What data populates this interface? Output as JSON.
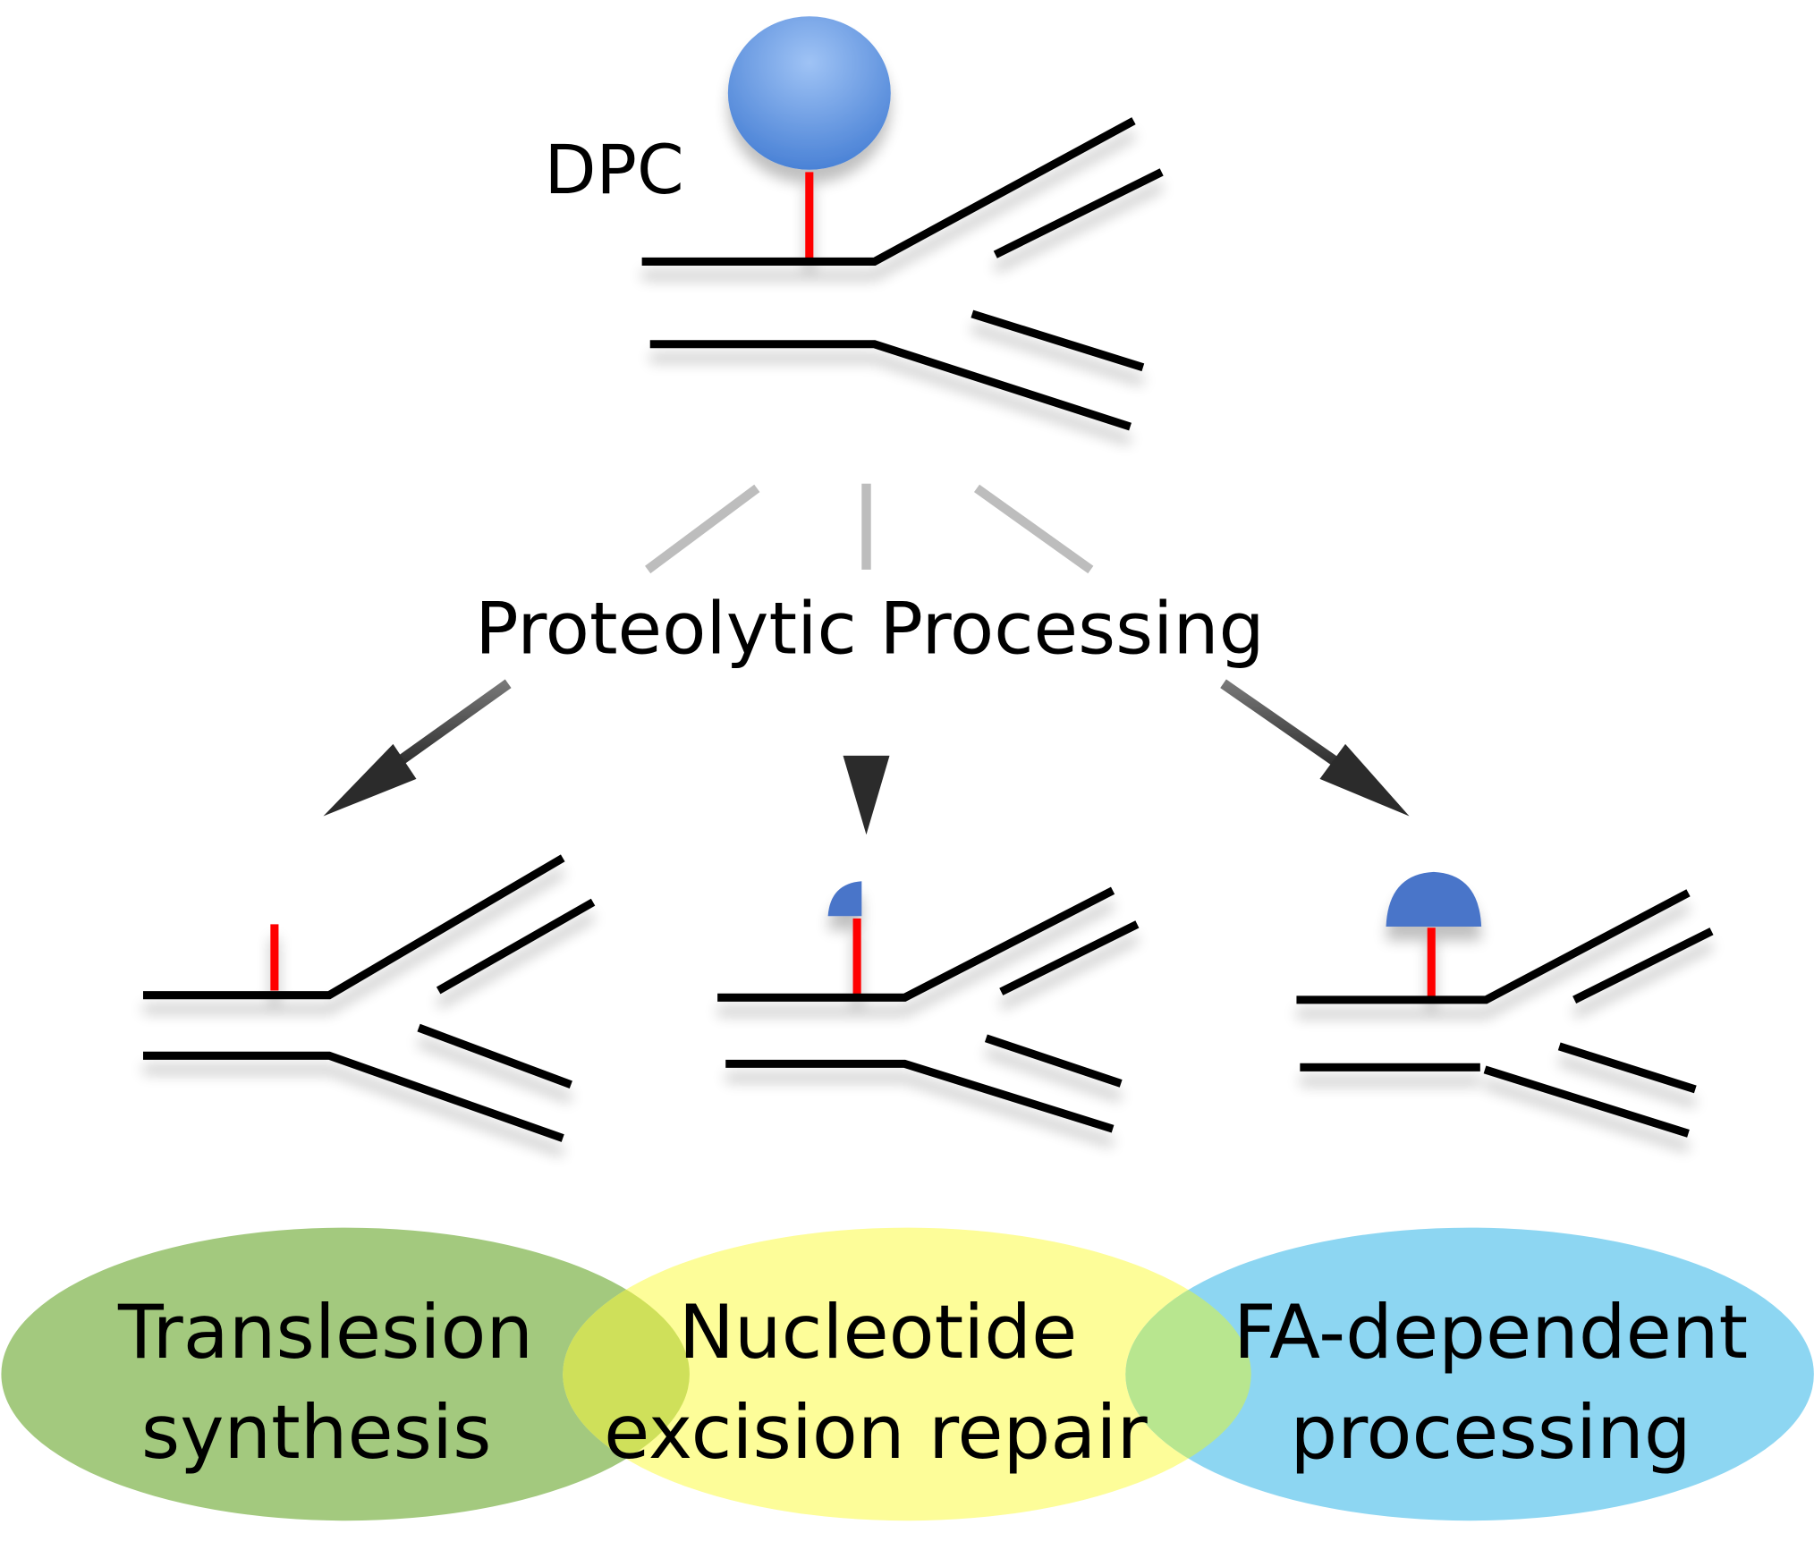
{
  "figure": {
    "dpc_label": "DPC",
    "process_label": "Proteolytic Processing",
    "branches": [
      {
        "id": "left",
        "adduct": "crosslink-remnant-only"
      },
      {
        "id": "middle",
        "adduct": "small-peptide"
      },
      {
        "id": "right",
        "adduct": "larger-peptide"
      }
    ],
    "pathways": [
      {
        "line1": "Translesion",
        "line2": "synthesis",
        "color": "#a3c97e"
      },
      {
        "line1": "Nucleotide",
        "line2": "excision repair",
        "color": "#fdfd99"
      },
      {
        "line1": "FA-dependent",
        "line2": "processing",
        "color": "#8dd6f2"
      }
    ],
    "colors": {
      "protein": "#4a82d6",
      "crosslink": "#ff0000",
      "dna": "#000000",
      "overlap_green_yellow": "#cfe05a",
      "overlap_yellow_blue": "#b8e68f"
    }
  }
}
